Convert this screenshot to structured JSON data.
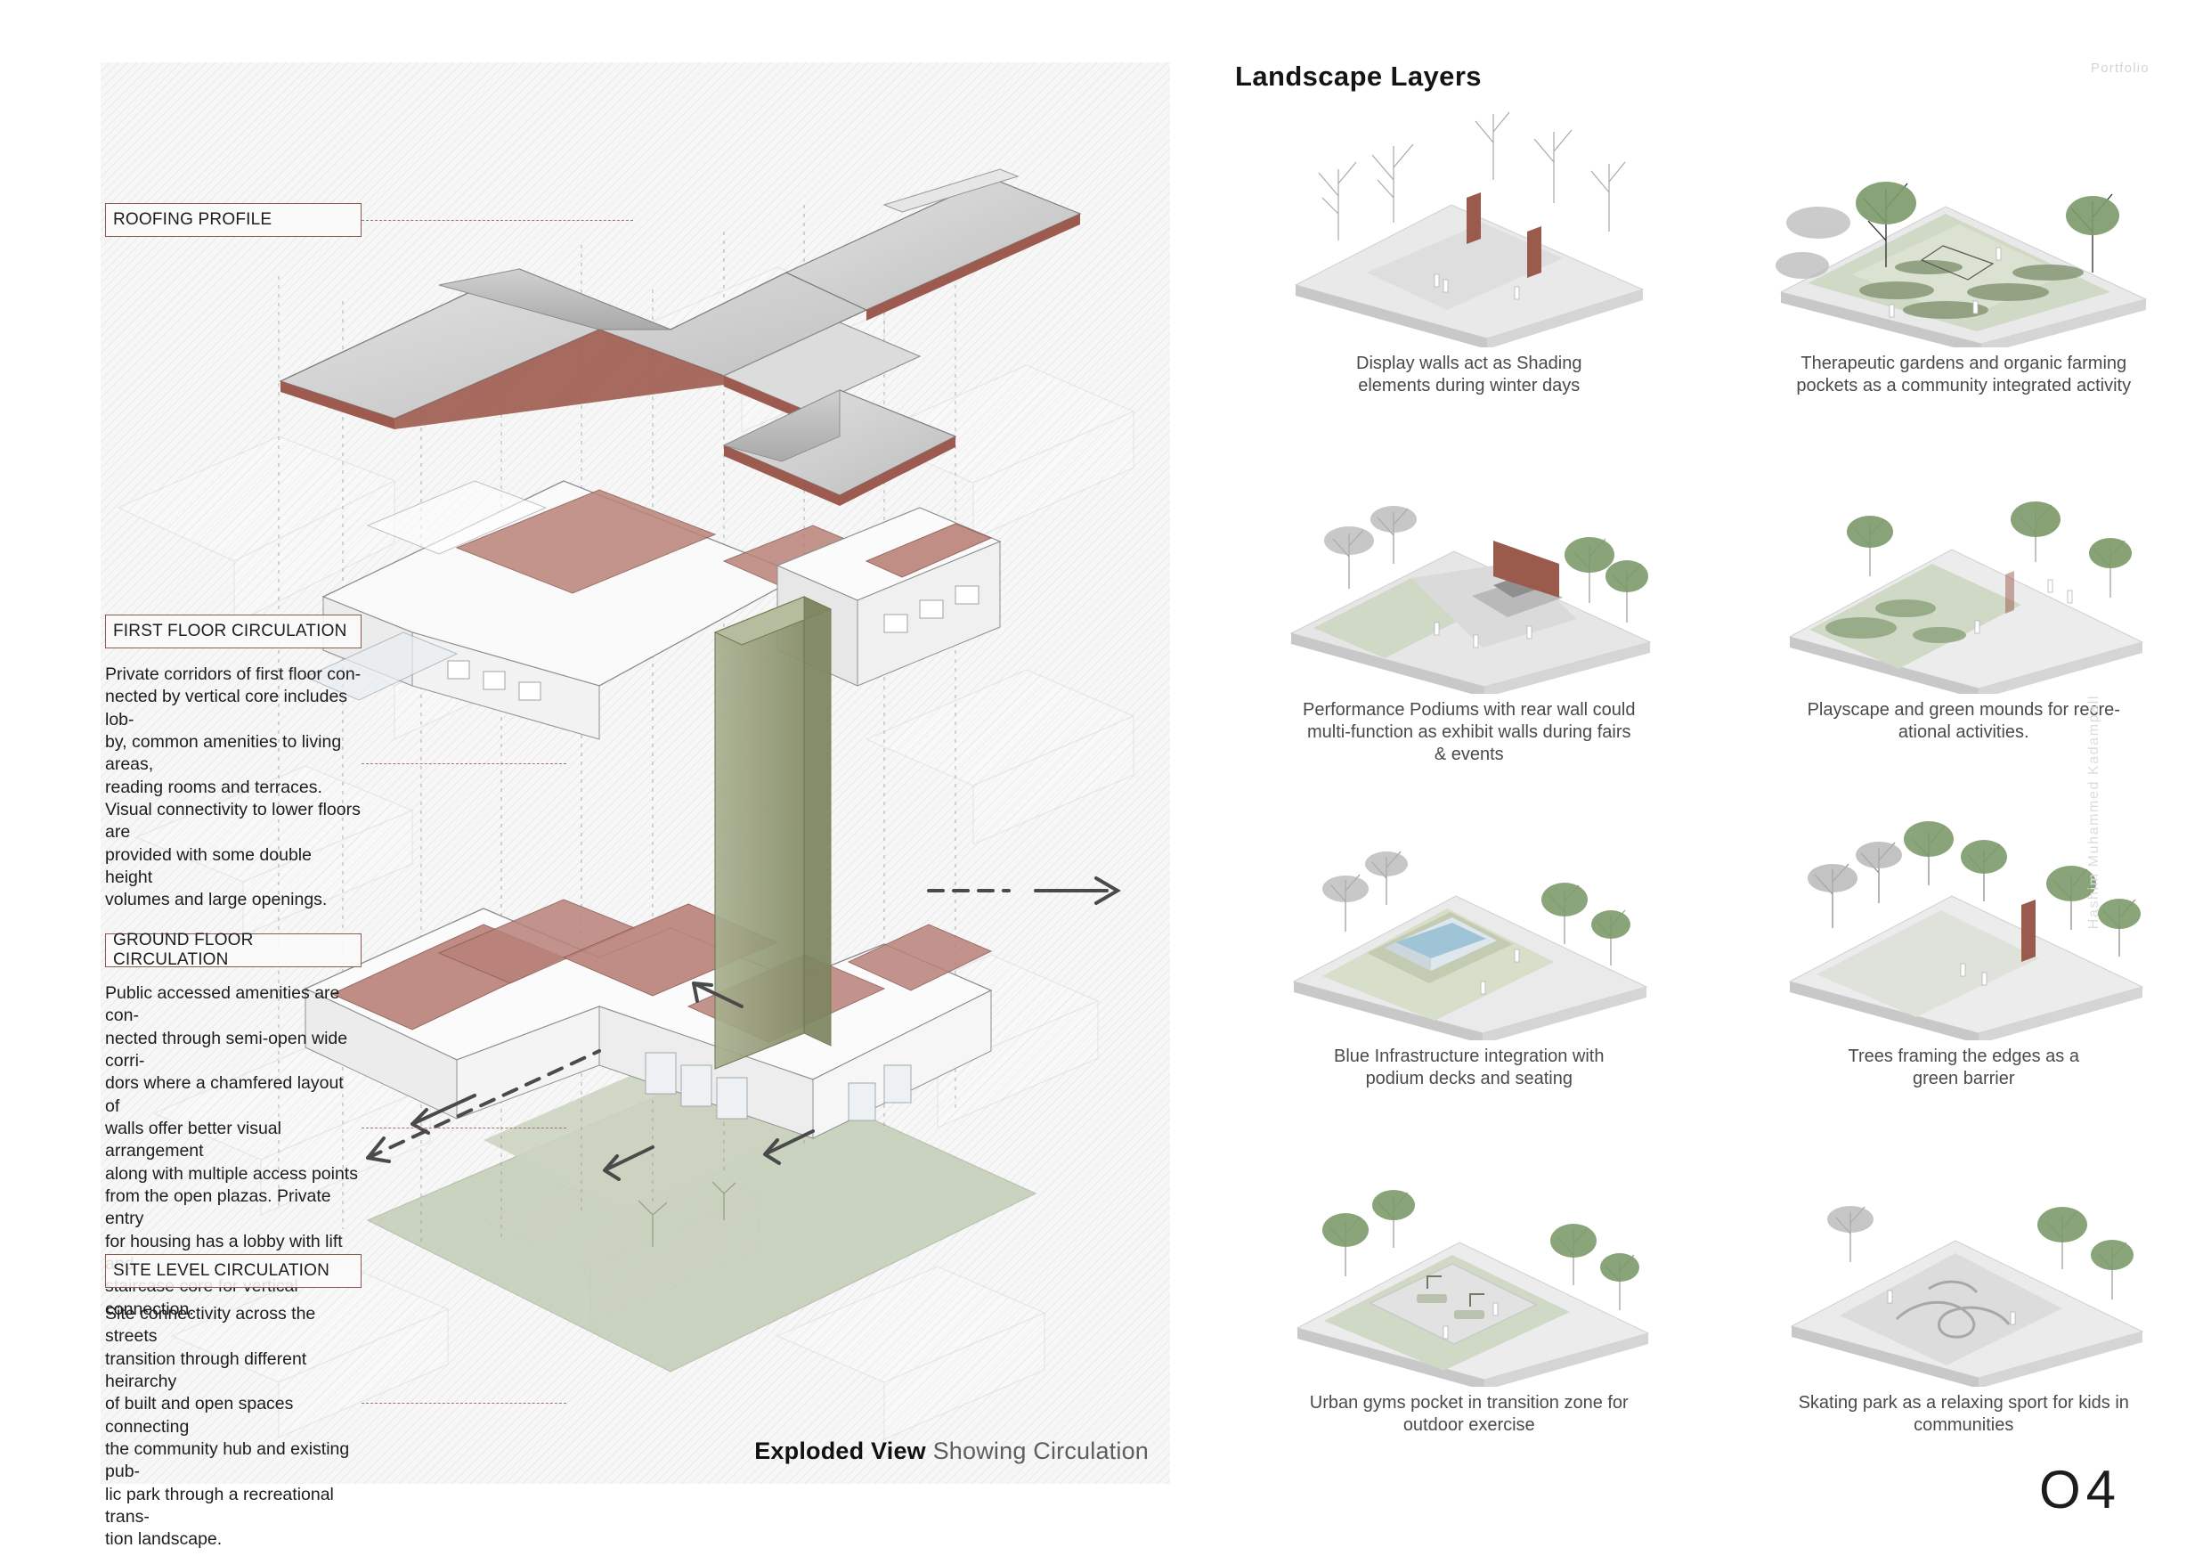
{
  "page": {
    "number": "O4",
    "portfolio_tag": "Portfolio",
    "author": "Hashim Muhammed Kadampall"
  },
  "left_panel": {
    "caption_bold": "Exploded View",
    "caption_light": " Showing Circulation",
    "callouts": [
      {
        "id": "roofing",
        "label": "ROOFING PROFILE",
        "body": ""
      },
      {
        "id": "first-floor",
        "label": "FIRST FLOOR CIRCULATION",
        "body": "Private corridors of first floor con-\nnected by vertical core includes lob-\nby, common amenities to living areas,\nreading rooms and terraces.\nVisual connectivity to lower floors are\nprovided with some double height\nvolumes and large openings."
      },
      {
        "id": "ground-floor",
        "label": "GROUND FLOOR CIRCULATION",
        "body": "Public accessed amenities are con-\nnected through semi-open wide corri-\ndors where a chamfered layout of\nwalls offer better visual arrangement\nalong with multiple access points\nfrom the open plazas. Private entry\nfor housing has a lobby with lift and\nstaircase core for vertical connection."
      },
      {
        "id": "site-level",
        "label": "SITE LEVEL CIRCULATION",
        "body": "Site connectivity across the streets\ntransition through different heirarchy\nof built and open spaces connecting\nthe community hub and existing pub-\nlic park through a recreational trans-\ntion landscape."
      }
    ]
  },
  "right_panel": {
    "title": "Landscape Layers",
    "tiles": [
      {
        "id": "display-walls",
        "caption": "Display walls act as Shading\nelements during winter days"
      },
      {
        "id": "therapeutic-gardens",
        "caption": "Therapeutic gardens and organic farming\npockets as a community integrated activity"
      },
      {
        "id": "performance-podiums",
        "caption": "Performance Podiums with rear wall could\nmulti-function as exhibit walls during fairs\n& events"
      },
      {
        "id": "playscape",
        "caption": "Playscape and green mounds  for recre-\national activities."
      },
      {
        "id": "blue-infrastructure",
        "caption": "Blue Infrastructure integration with\npodium decks and seating"
      },
      {
        "id": "trees-framing",
        "caption": "Trees framing the edges as a\ngreen barrier"
      },
      {
        "id": "urban-gyms",
        "caption": "Urban gyms pocket in transition zone for\noutdoor exercise"
      },
      {
        "id": "skating-park",
        "caption": "Skating park as a relaxing sport for kids in\ncommunities"
      }
    ]
  },
  "colors": {
    "accent_terracotta": "#8c5a50",
    "roof_red_edge": "#9d5a4e",
    "slab_gray": "#c9c9c9",
    "green_lawn": "#cfd9c5",
    "tree_green": "#7e9b6b",
    "panel_bg": "#f7f7f7",
    "text_dark": "#1d1d1d",
    "text_muted": "#4a4a4a"
  }
}
